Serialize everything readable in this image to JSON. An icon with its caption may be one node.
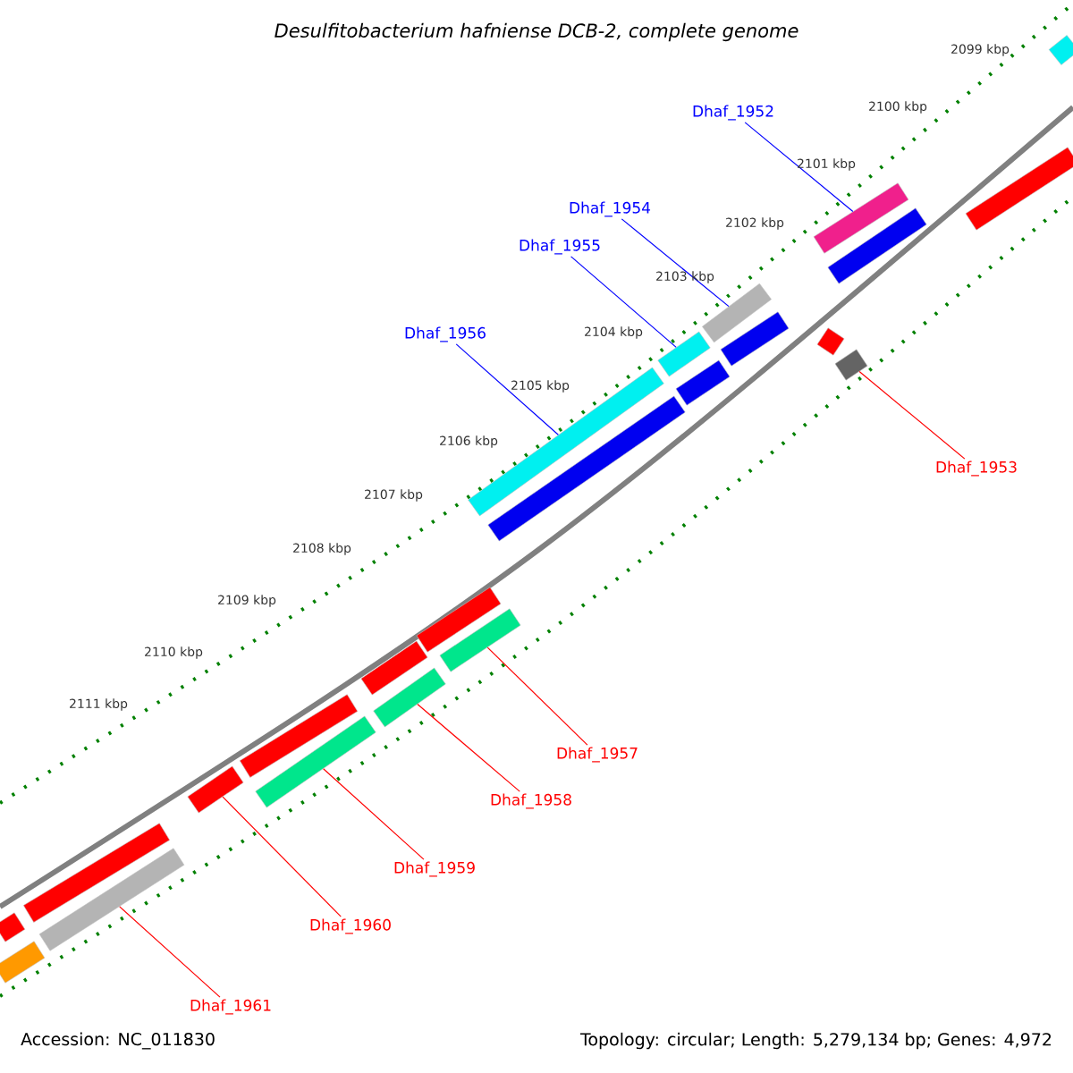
{
  "diagram": {
    "title": "Desulfitobacterium hafniense DCB-2, complete genome",
    "nodes": [
      {
        "text": [
          "Dhaf_1952"
        ]
      },
      {
        "text": [
          "Dhaf_1954"
        ]
      },
      {
        "text": [
          "Dhaf_1955"
        ]
      },
      {
        "text": [
          "Dhaf_1956"
        ]
      },
      {
        "text": [
          "Dhaf_1953"
        ]
      },
      {
        "text": [
          "Dhaf_1957"
        ]
      },
      {
        "text": [
          "Dhaf_1958"
        ]
      },
      {
        "text": [
          "Dhaf_1959"
        ]
      },
      {
        "text": [
          "Dhaf_1960"
        ]
      },
      {
        "text": [
          "Dhaf_1961"
        ]
      },
      {
        "text": [],
        "shape": "bar"
      },
      {
        "text": [],
        "shape": "bar"
      },
      {
        "text": [],
        "shape": "bar"
      },
      {
        "text": [],
        "shape": "bar"
      },
      {
        "text": [],
        "shape": "bar"
      },
      {
        "text": [],
        "shape": "bar"
      },
      {
        "text": [],
        "shape": "bar"
      },
      {
        "text": [],
        "shape": "bar"
      },
      {
        "text": [],
        "shape": "bar"
      },
      {
        "text": [],
        "shape": "bar"
      },
      {
        "text": [],
        "shape": "bar"
      },
      {
        "text": [],
        "shape": "bar"
      },
      {
        "text": [],
        "shape": "bar"
      },
      {
        "text": [],
        "shape": "bar"
      },
      {
        "text": [],
        "shape": "bar"
      },
      {
        "text": [],
        "shape": "bar"
      },
      {
        "text": [],
        "shape": "bar"
      },
      {
        "text": [],
        "shape": "bar"
      },
      {
        "text": [],
        "shape": "bar"
      },
      {
        "text": [],
        "shape": "bar"
      },
      {
        "text": [],
        "shape": "bar"
      },
      {
        "text": [],
        "shape": "bar"
      },
      {
        "text": [],
        "shape": "bar"
      }
    ],
    "edges": [
      {
        "from": 0,
        "to": 10,
        "arrow": "none",
        "color": "#0000ff"
      },
      {
        "from": 1,
        "to": 11,
        "arrow": "none",
        "color": "#0000ff"
      },
      {
        "from": 2,
        "to": 12,
        "arrow": "none",
        "color": "#0000ff"
      },
      {
        "from": 3,
        "to": 13,
        "arrow": "none",
        "color": "#0000ff"
      },
      {
        "from": 4,
        "to": 14,
        "arrow": "none",
        "color": "#ff0000"
      },
      {
        "from": 5,
        "to": 15,
        "arrow": "none",
        "color": "#ff0000"
      },
      {
        "from": 6,
        "to": 16,
        "arrow": "none",
        "color": "#ff0000"
      },
      {
        "from": 7,
        "to": 17,
        "arrow": "none",
        "color": "#ff0000"
      },
      {
        "from": 8,
        "to": 18,
        "arrow": "none",
        "color": "#ff0000"
      },
      {
        "from": 9,
        "to": 19,
        "arrow": "none",
        "color": "#ff0000"
      }
    ],
    "labels": [
      "2099 kbp",
      "2100 kbp",
      "2101 kbp",
      "2102 kbp",
      "2103 kbp",
      "2104 kbp",
      "2105 kbp",
      "2106 kbp",
      "2107 kbp",
      "2108 kbp",
      "2109 kbp",
      "2110 kbp",
      "2111 kbp",
      "Accession: NC_011830",
      "Topology: circular; Length: 5,279,134 bp; Genes: 4,972"
    ]
  }
}
